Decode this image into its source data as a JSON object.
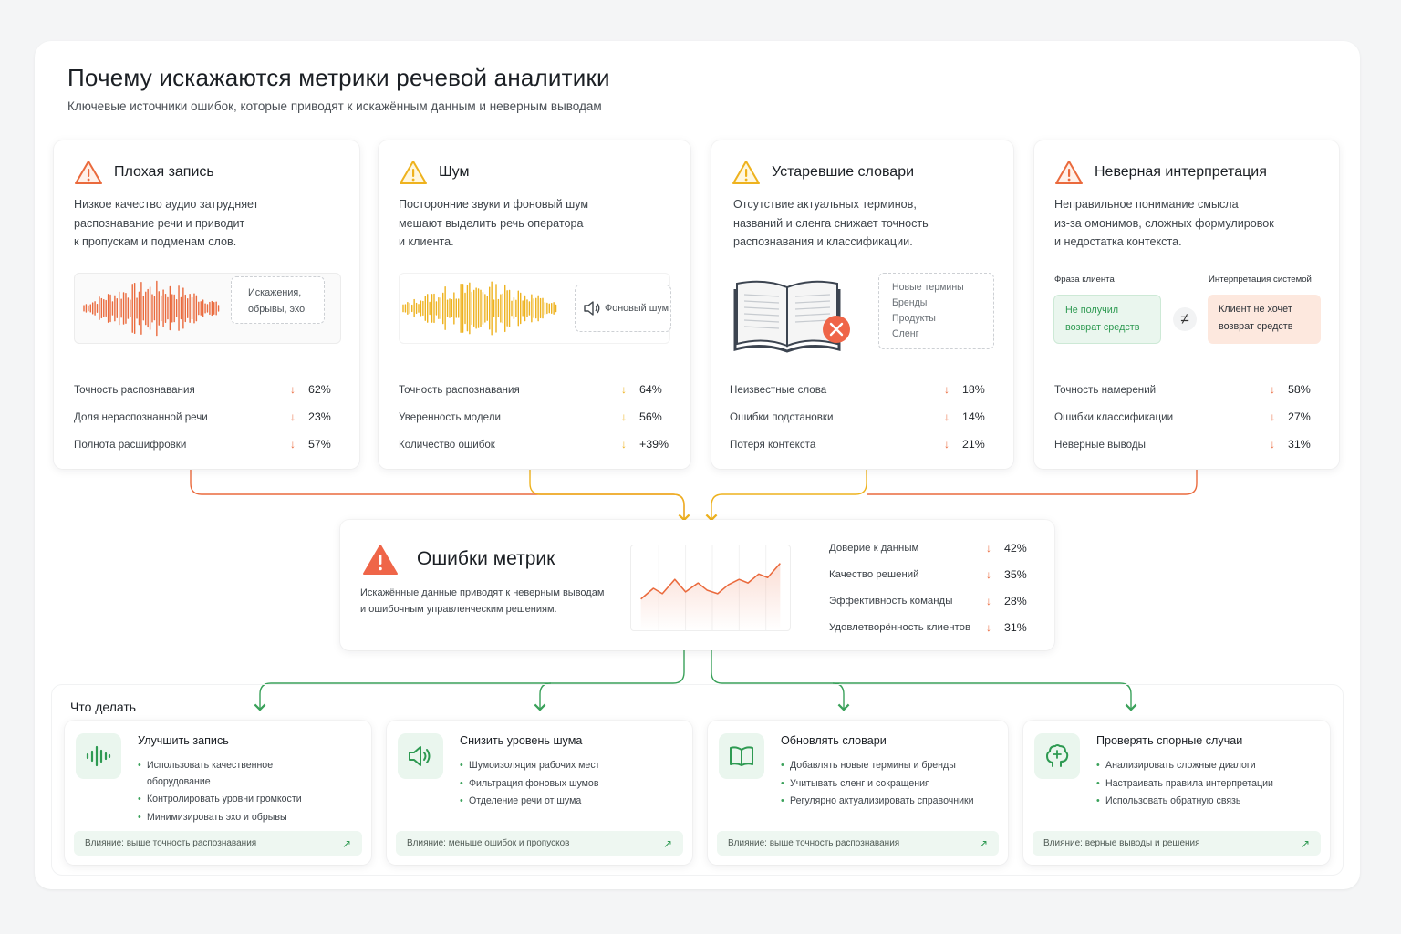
{
  "header": {
    "title": "Почему искажаются метрики речевой аналитики",
    "subtitle": "Ключевые источники ошибок, которые приводят к искажённым данным и неверным выводам"
  },
  "colors": {
    "red": "#ea6a3d",
    "yellow": "#eeb21e",
    "green": "#3aa15a"
  },
  "sources": [
    {
      "title": "Плохая запись",
      "icon": "warning-triangle-red-icon",
      "desc": [
        "Низкое качество аудио затрудняет",
        "распознавание речи и приводит",
        "к пропускам и подменам слов."
      ],
      "visual_tag": [
        "Искажения,",
        "обрывы, эхо"
      ],
      "metrics": [
        {
          "label": "Точность распознавания",
          "value": "62%",
          "trend": "down"
        },
        {
          "label": "Доля нераспознанной речи",
          "value": "23%",
          "trend": "down"
        },
        {
          "label": "Полнота расшифровки",
          "value": "57%",
          "trend": "down"
        }
      ]
    },
    {
      "title": "Шум",
      "icon": "warning-triangle-yellow-icon",
      "desc": [
        "Посторонние звуки и фоновый шум",
        "мешают выделить речь оператора",
        "и клиента."
      ],
      "visual_tag": "Фоновый шум",
      "metrics": [
        {
          "label": "Точность распознавания",
          "value": "64%",
          "trend": "down"
        },
        {
          "label": "Уверенность модели",
          "value": "56%",
          "trend": "down"
        },
        {
          "label": "Количество ошибок",
          "value": "+39%",
          "trend": "down"
        }
      ]
    },
    {
      "title": "Устаревшие словари",
      "icon": "warning-triangle-yellow-icon",
      "desc": [
        "Отсутствие актуальных терминов,",
        "названий и сленга снижает точность",
        "распознавания и классификации."
      ],
      "visual_tag": [
        "Новые термины",
        "Бренды",
        "Продукты",
        "Сленг"
      ],
      "metrics": [
        {
          "label": "Неизвестные слова",
          "value": "18%",
          "trend": "down"
        },
        {
          "label": "Ошибки подстановки",
          "value": "14%",
          "trend": "down"
        },
        {
          "label": "Потеря контекста",
          "value": "21%",
          "trend": "down"
        }
      ]
    },
    {
      "title": "Неверная интерпретация",
      "icon": "warning-triangle-red-icon",
      "desc": [
        "Неправильное понимание смысла",
        "из-за омонимов, сложных формулировок",
        "и недостатка контекста."
      ],
      "phrase_label": "Фраза клиента",
      "phrase": [
        "Не получил",
        "возврат средств"
      ],
      "interp_label": "Интерпретация системой",
      "interp": [
        "Клиент не хочет",
        "возврат средств"
      ],
      "neq": "≠",
      "metrics": [
        {
          "label": "Точность намерений",
          "value": "58%",
          "trend": "down"
        },
        {
          "label": "Ошибки классификации",
          "value": "27%",
          "trend": "down"
        },
        {
          "label": "Неверные выводы",
          "value": "31%",
          "trend": "down"
        }
      ]
    }
  ],
  "center": {
    "title": "Ошибки метрик",
    "desc": [
      "Искажённые данные приводят к неверным выводам",
      "и ошибочным управленческим решениям."
    ],
    "metrics": [
      {
        "label": "Доверие к данным",
        "value": "42%",
        "trend": "down"
      },
      {
        "label": "Качество решений",
        "value": "35%",
        "trend": "down"
      },
      {
        "label": "Эффективность команды",
        "value": "28%",
        "trend": "down"
      },
      {
        "label": "Удовлетворённость клиентов",
        "value": "31%",
        "trend": "down"
      }
    ]
  },
  "todo": {
    "title": "Что делать",
    "cards": [
      {
        "title": "Улучшить запись",
        "icon": "audio-wave-icon",
        "items": [
          "Использовать качественное оборудование",
          "Контролировать уровни громкости",
          "Минимизировать эхо и обрывы"
        ],
        "impact": "Влияние: выше точность распознавания"
      },
      {
        "title": "Снизить уровень шума",
        "icon": "speaker-icon",
        "items": [
          "Шумоизоляция рабочих мест",
          "Фильтрация фоновых шумов",
          "Отделение речи от шума"
        ],
        "impact": "Влияние: меньше ошибок и пропусков"
      },
      {
        "title": "Обновлять словари",
        "icon": "open-book-icon",
        "items": [
          "Добавлять новые термины и бренды",
          "Учитывать сленг и сокращения",
          "Регулярно актуализировать справочники"
        ],
        "impact": "Влияние: выше точность распознавания"
      },
      {
        "title": "Проверять спорные случаи",
        "icon": "brain-icon",
        "items": [
          "Анализировать сложные диалоги",
          "Настраивать правила интерпретации",
          "Использовать обратную связь"
        ],
        "impact": "Влияние: верные выводы и решения"
      }
    ]
  }
}
